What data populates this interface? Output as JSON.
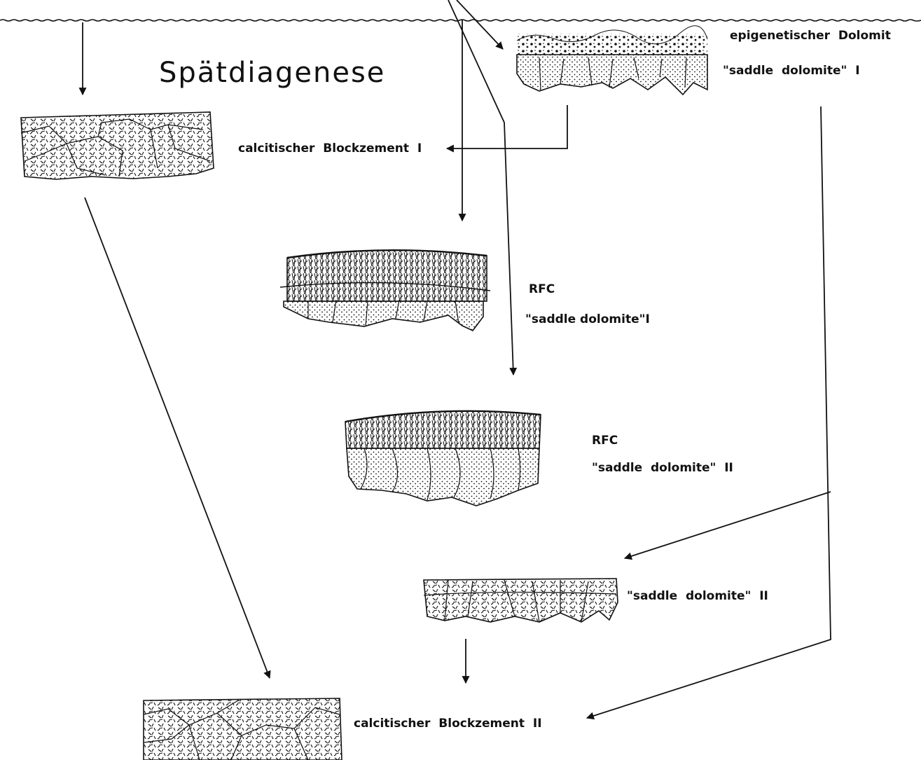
{
  "title": "Spätdiagenese",
  "labels": {
    "epigenetischer_dolomit": "epigenetischer  Dolomit",
    "saddle_dolomite_i_top": "\"saddle  dolomite\"  I",
    "calcitischer_blockzement_i": "calcitischer  Blockzement  I",
    "rfc_1": "RFC",
    "saddle_dolomite_i_mid": "\"saddle dolomite\"I",
    "rfc_2": "RFC",
    "saddle_dolomite_ii_mid": "\"saddle  dolomite\"  II",
    "saddle_dolomite_ii_low": "\"saddle  dolomite\"  II",
    "calcitischer_blockzement_ii": "calcitischer  Blockzement  II"
  },
  "colors": {
    "ink": "#111111",
    "background": "#ffffff"
  }
}
